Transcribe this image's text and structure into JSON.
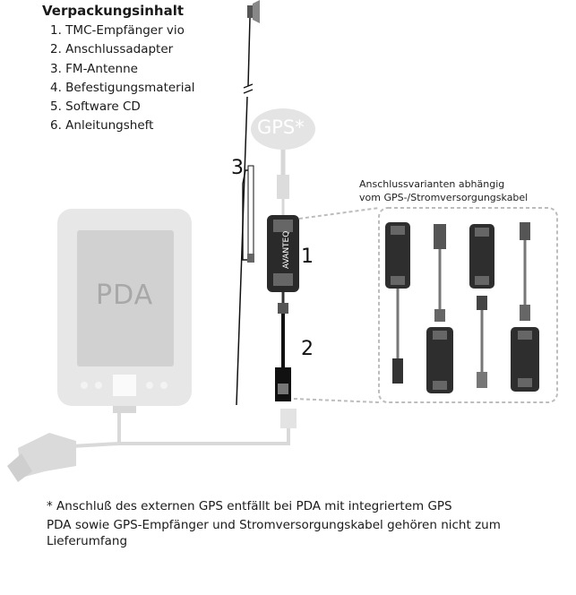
{
  "header": {
    "title": "Verpackungsinhalt",
    "items": [
      "1. TMC-Empfänger vio",
      "2. Anschlussadapter",
      "3. FM-Antenne",
      "4. Befestigungsmaterial",
      "5. Software CD",
      "6. Anleitungsheft"
    ]
  },
  "diagram": {
    "gps_label": "GPS*",
    "pda_label": "PDA",
    "brand": "AVANTEQ",
    "callouts": {
      "antenna": "3",
      "receiver": "1",
      "adapter": "2"
    },
    "variants_caption": [
      "Anschlussvarianten abhängig",
      "vom GPS-/Stromversorgungskabel"
    ]
  },
  "footnotes": {
    "gps": "* Anschluß des externen GPS entfällt bei PDA mit integriertem GPS",
    "scope": "PDA sowie GPS-Empfänger und Stromversorgungskabel gehören nicht zum Lieferumfang"
  },
  "colors": {
    "light_gray": "#d9d9d9",
    "dark": "#1c1c1c",
    "device": "#2a2a2a"
  }
}
